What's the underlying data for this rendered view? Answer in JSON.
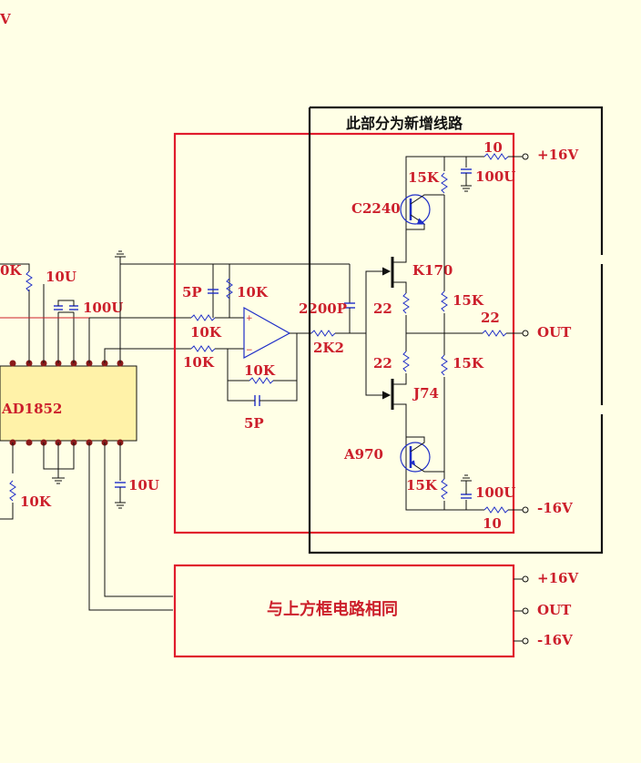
{
  "labels": {
    "top_v": "V",
    "k10_left": "0K",
    "u10_top": "10U",
    "u100_left": "100U",
    "ic_name": "AD1852",
    "k10_bottom": "10K",
    "u10_bottom": "10U",
    "p5_top": "5P",
    "k10_fb_top": "10K",
    "k10_in1": "10K",
    "k10_in2": "10K",
    "k10_fb": "10K",
    "p5_bottom": "5P",
    "p2200": "2200P",
    "r2k2": "2K2",
    "new_circuit_title": "此部分为新增线路",
    "r10_top": "10",
    "pos16v_top": "+16V",
    "k15_top": "15K",
    "u100_top": "100U",
    "q_c2240": "C2240",
    "q_k170": "K170",
    "r22_gate_top": "22",
    "k15_mid_top": "15K",
    "r22_out": "22",
    "out_top": "OUT",
    "r22_gate_bottom": "22",
    "k15_mid_bottom": "15K",
    "q_j74": "J74",
    "q_a970": "A970",
    "k15_bottom": "15K",
    "u100_bottom": "100U",
    "neg16v_top": "-16V",
    "r10_bottom": "10",
    "same_circuit_box": "与上方框电路相同",
    "pos16v_bottom": "+16V",
    "out_bottom": "OUT",
    "neg16v_bottom": "-16V"
  },
  "colors": {
    "background": "#ffffe6",
    "label_red": "#cc1f2b",
    "box_red": "#e01b2c",
    "wire": "#111111",
    "component_blue": "#1f2ec8",
    "ic_fill": "#fff2a8",
    "pin_dot": "#8a1a1a"
  }
}
